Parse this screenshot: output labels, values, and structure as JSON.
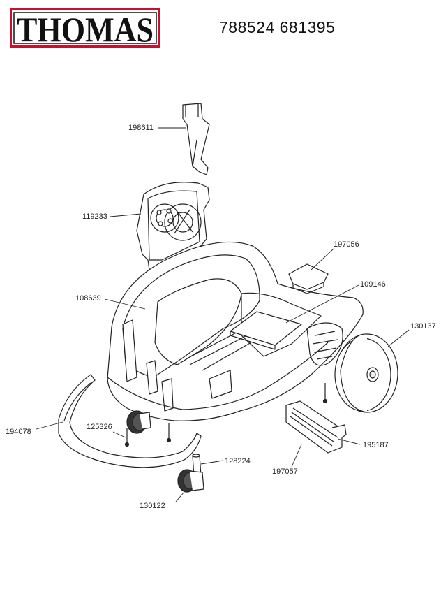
{
  "brand": {
    "logo_text": "THOMAS",
    "colors": {
      "frame": "#c8102e",
      "text": "#111111"
    }
  },
  "document_number": "788524 681395",
  "part_labels": {
    "fan_housing": "198611",
    "motor_unit": "119233",
    "main_body": "108639",
    "cover_plate": "197056",
    "filter_tray": "109146",
    "rear_wheel": "130137",
    "bumper": "194078",
    "screw": "125326",
    "caster_pin": "128224",
    "caster_wheel": "130122",
    "exhaust_grille": "197057",
    "grille_frame": "195187"
  }
}
